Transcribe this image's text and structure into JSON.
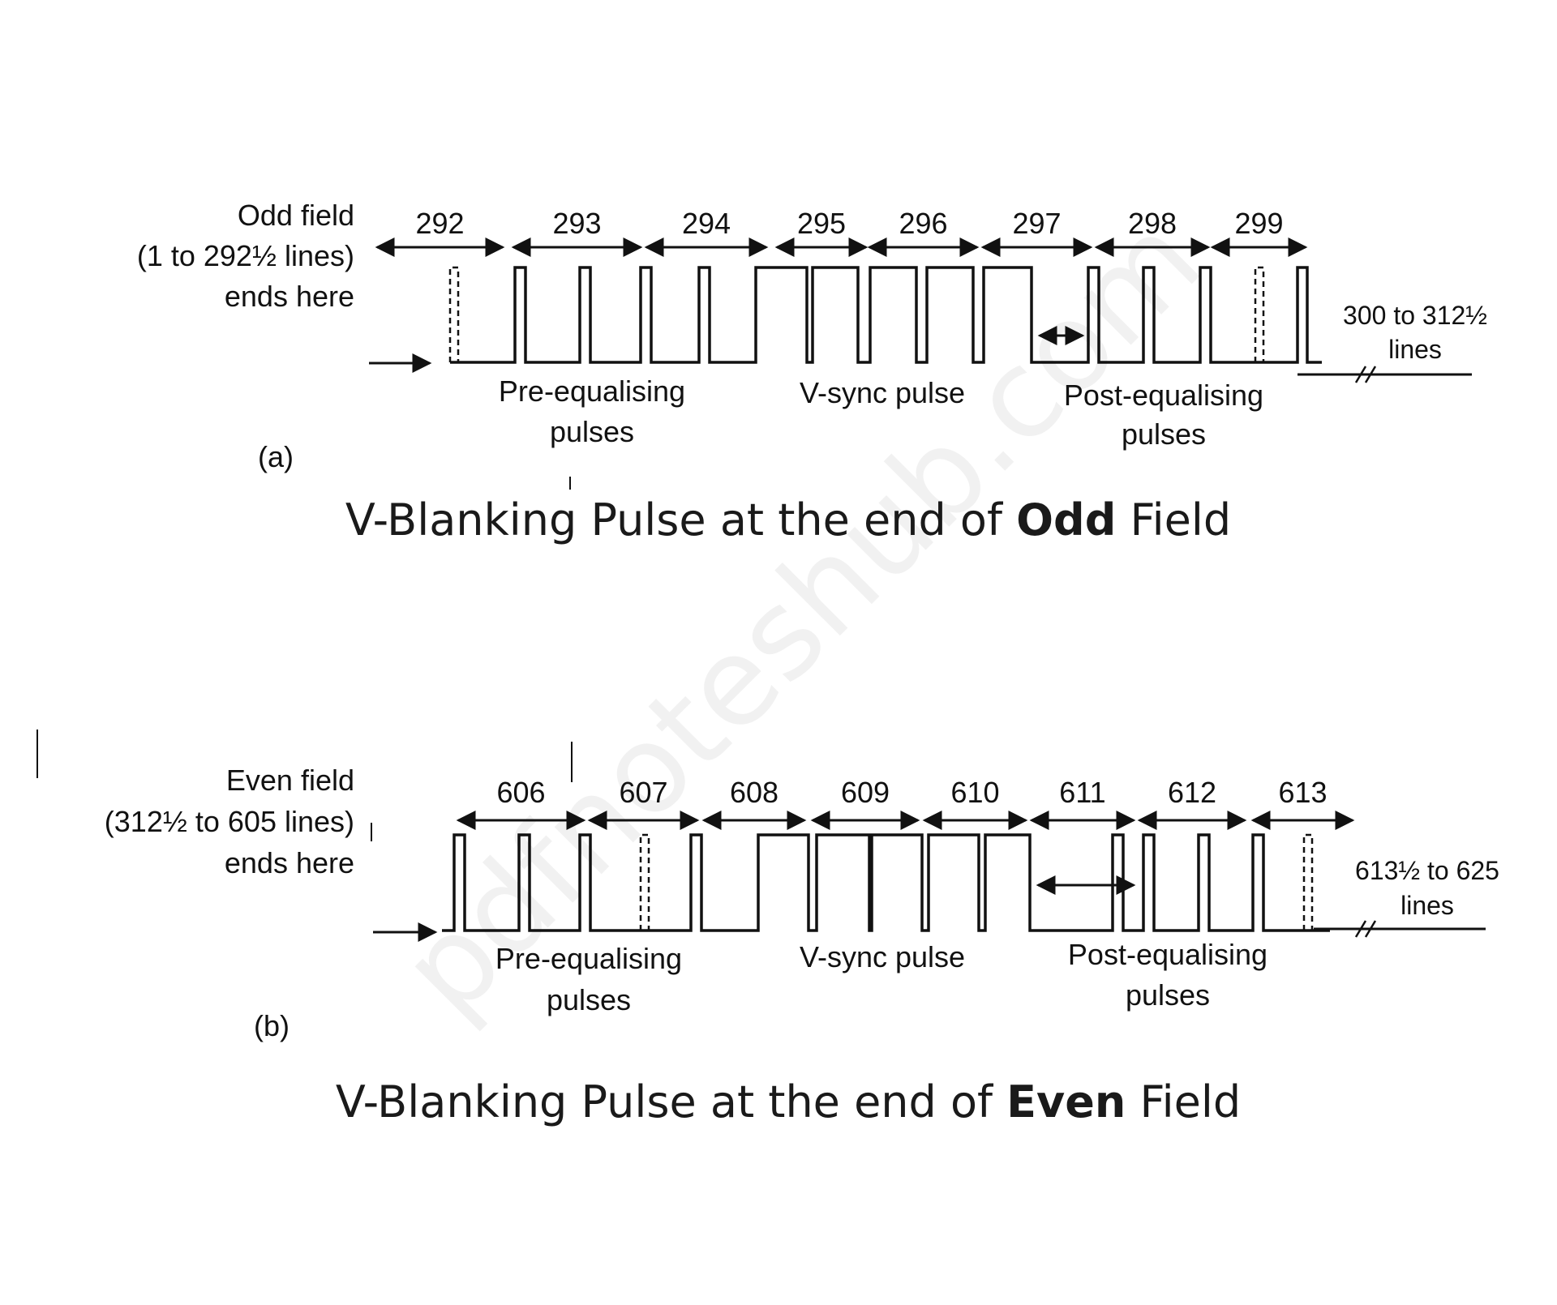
{
  "watermark": "pdfnoteshub.com",
  "panel_a": {
    "field_label": [
      "Odd field",
      "(1 to 292½ lines)",
      "ends here"
    ],
    "line_numbers": [
      "292",
      "293",
      "294",
      "295",
      "296",
      "297",
      "298",
      "299"
    ],
    "tail_label": [
      "300 to 312½",
      "lines"
    ],
    "pre_label": [
      "Pre-equalising",
      "pulses"
    ],
    "sync_label": "V-sync pulse",
    "post_label": [
      "Post-equalising",
      "pulses"
    ],
    "tag": "(a)",
    "caption": {
      "pre": "V-Blanking Pulse at the end of ",
      "bold": "Odd",
      "post": " Field"
    }
  },
  "panel_b": {
    "field_label": [
      "Even field",
      "(312½ to 605 lines)",
      "ends here"
    ],
    "line_numbers": [
      "606",
      "607",
      "608",
      "609",
      "610",
      "611",
      "612",
      "613"
    ],
    "tail_label": [
      "613½ to 625",
      "lines"
    ],
    "pre_label": [
      "Pre-equalising",
      "pulses"
    ],
    "sync_label": "V-sync pulse",
    "post_label": [
      "Post-equalising",
      "pulses"
    ],
    "tag": "(b)",
    "caption": {
      "pre": "V-Blanking Pulse at the end of ",
      "bold": "Even",
      "post": " Field"
    }
  }
}
